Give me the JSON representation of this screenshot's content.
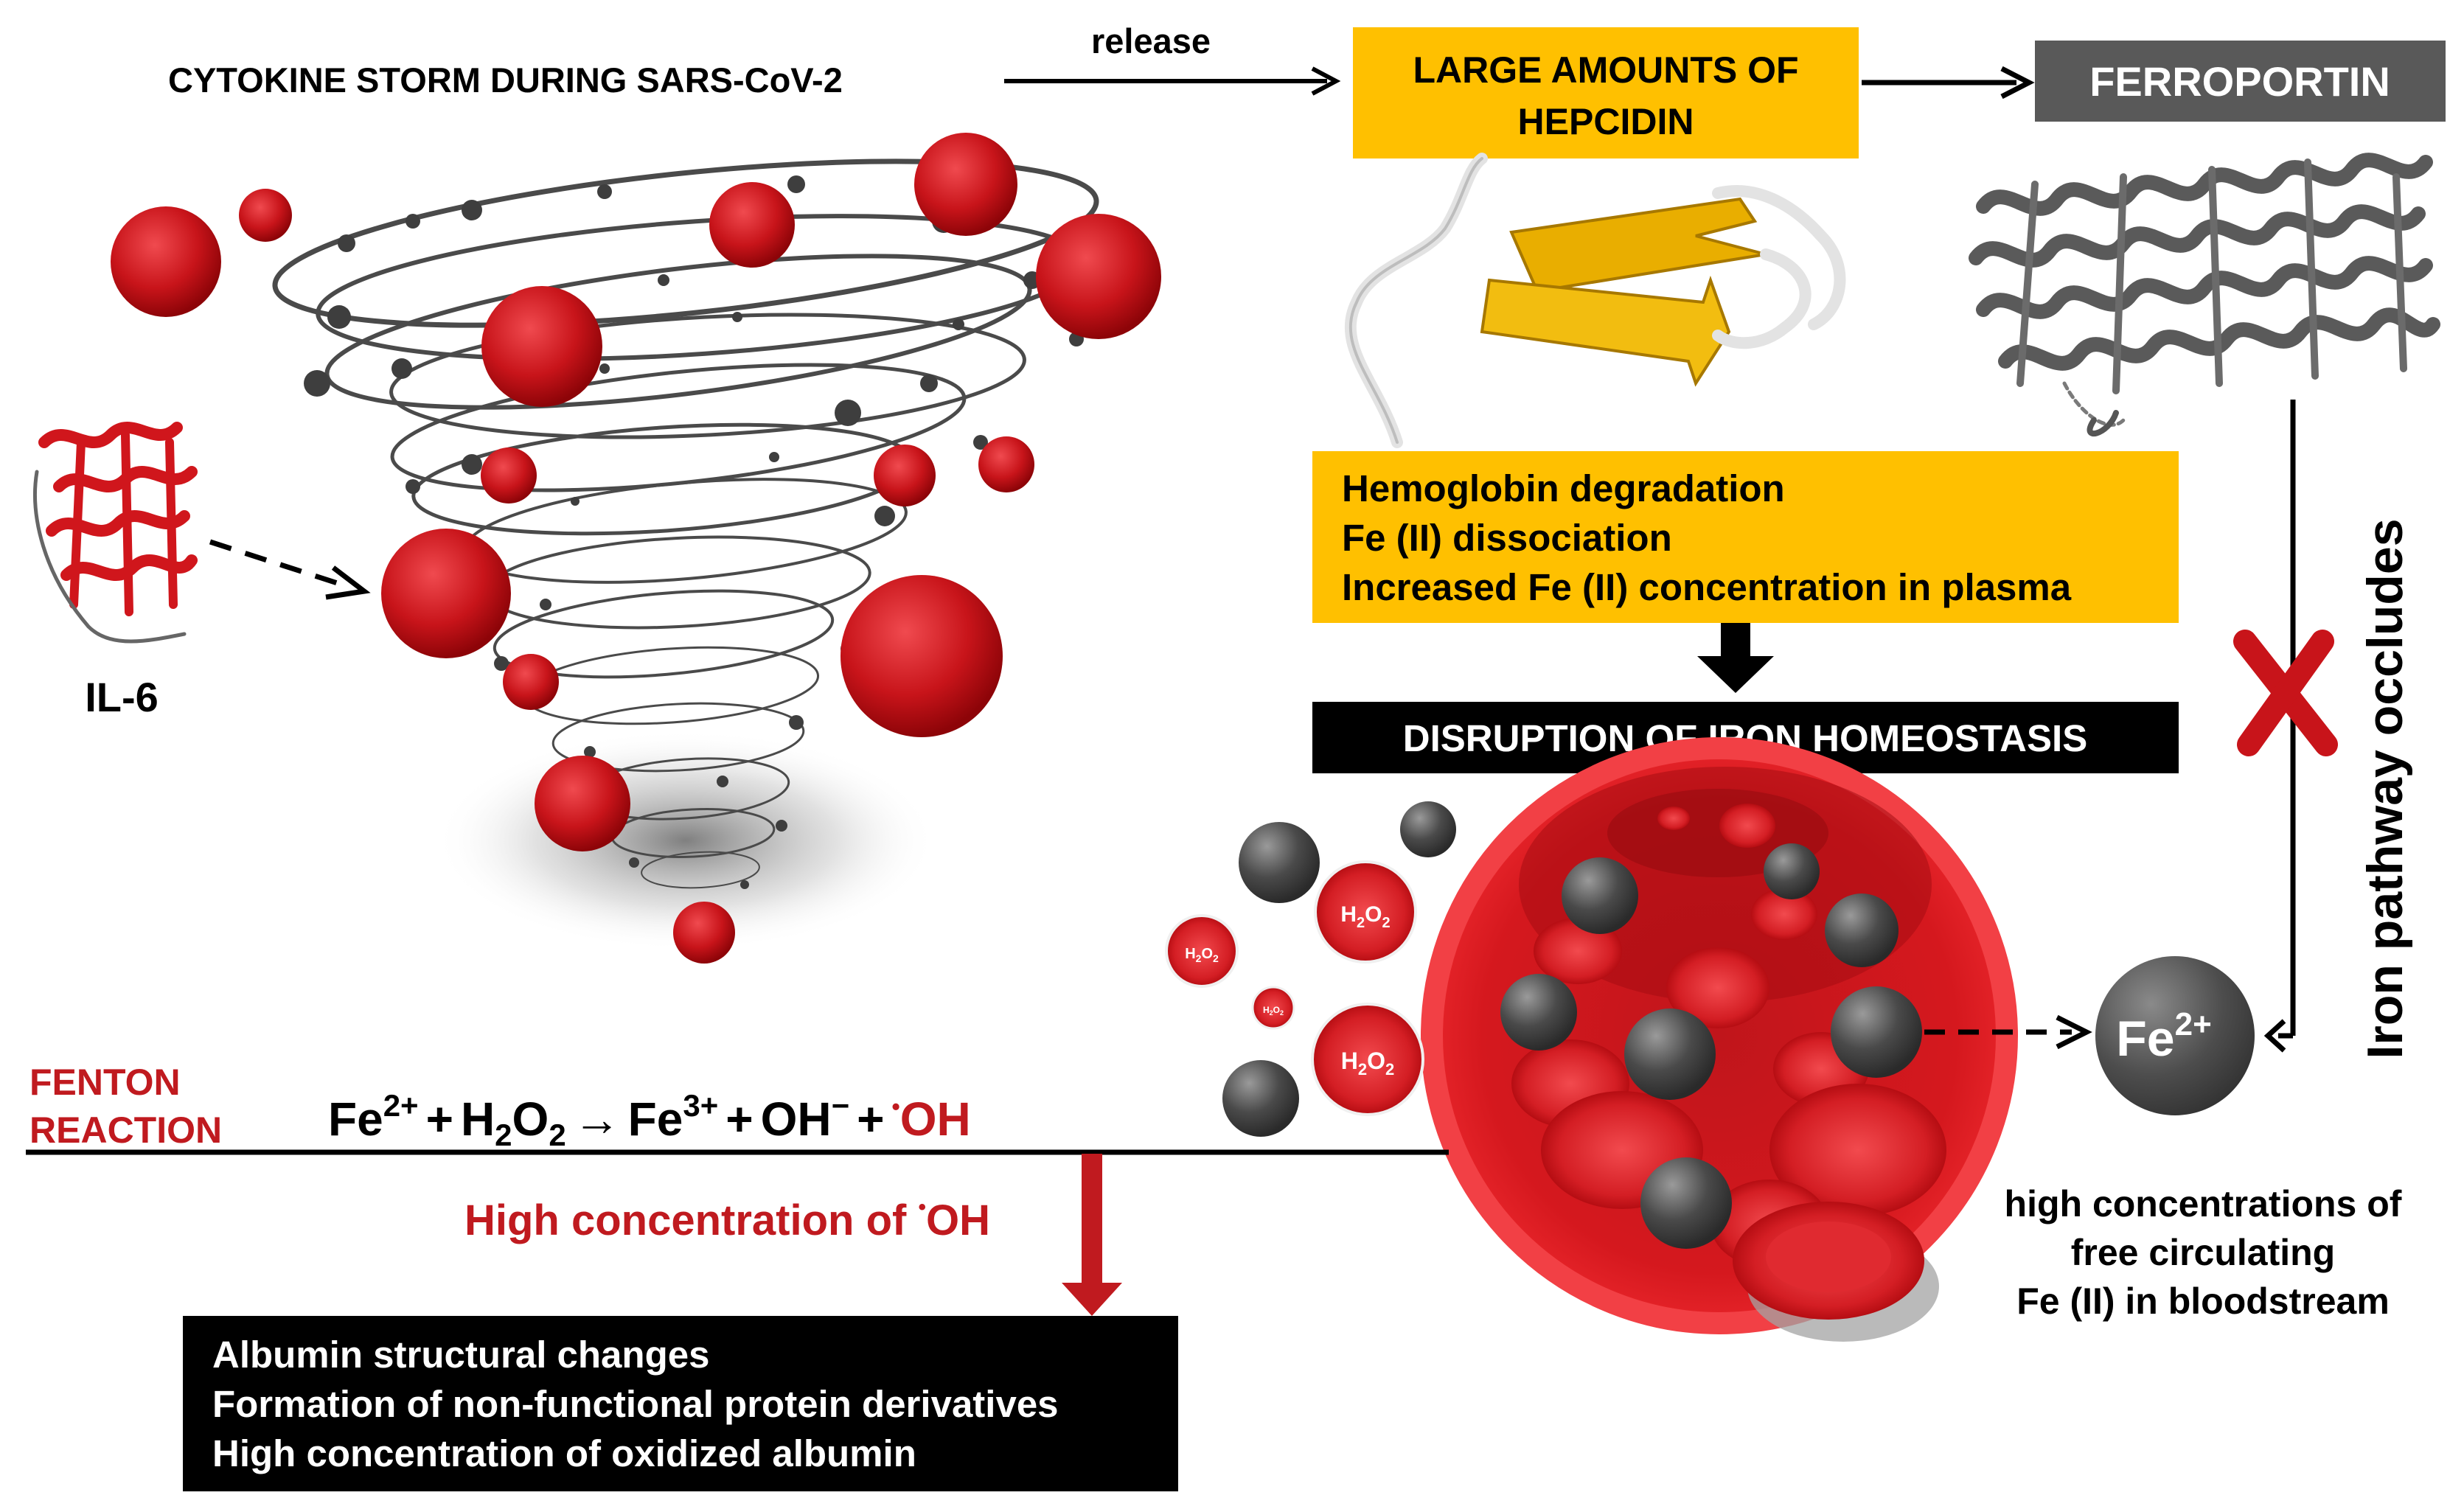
{
  "colors": {
    "red": "#d0161c",
    "dark_red": "#b01015",
    "fenton_red": "#c01a1f",
    "yellow": "#ffc000",
    "hepcidin_gold": "#e7a800",
    "ferroportin_gray": "#595959",
    "iron_gray": "#4d4d4d",
    "black": "#000000",
    "white": "#ffffff"
  },
  "icons": [
    "tornado-illustration",
    "il6-protein-icon",
    "hepcidin-protein-icon",
    "ferroportin-protein-icon",
    "blood-vessel-icon",
    "iron-sphere-icon",
    "h2o2-cell-icon",
    "x-mark-icon"
  ],
  "top": {
    "cytokine_label": "CYTOKINE STORM DURING SARS-CoV-2",
    "release_label": "release",
    "hepcidin_line1": "LARGE AMOUNTS OF",
    "hepcidin_line2": "HEPCIDIN",
    "ferroportin_label": "FERROPORTIN"
  },
  "il6_label": "IL-6",
  "hemoglobin_box": {
    "line1": "Hemoglobin degradation",
    "line2": "Fe (II) dissociation",
    "line3": "Increased Fe (II) concentration in plasma"
  },
  "disruption_label": "DISRUPTION OF IRON HOMEOSTASIS",
  "iron_pathway_label": "Iron pathway occludes",
  "fe2_sphere": {
    "symbol": "Fe",
    "charge": "2+"
  },
  "free_iron_note": {
    "line1": "high concentrations of",
    "line2": "free circulating",
    "line3": "Fe (II) in bloodstream"
  },
  "h2o2": {
    "h": "H",
    "sub2": "2",
    "o": "O"
  },
  "fenton": {
    "label_line1": "FENTON",
    "label_line2": "REACTION",
    "fe": "Fe",
    "fe_charge_2": "2+",
    "plus": "+",
    "h": "H",
    "sub2": "2",
    "o": "O",
    "arrow": "→",
    "fe_charge_3": "3+",
    "oh": "OH",
    "minus": "−",
    "radical_dot": "•"
  },
  "high_oh": {
    "text": "High concentration of ",
    "dot": "•",
    "oh": "OH"
  },
  "albumin_box": {
    "line1": "Albumin structural changes",
    "line2": "Formation of non-functional protein derivatives",
    "line3": "High concentration of oxidized albumin"
  }
}
